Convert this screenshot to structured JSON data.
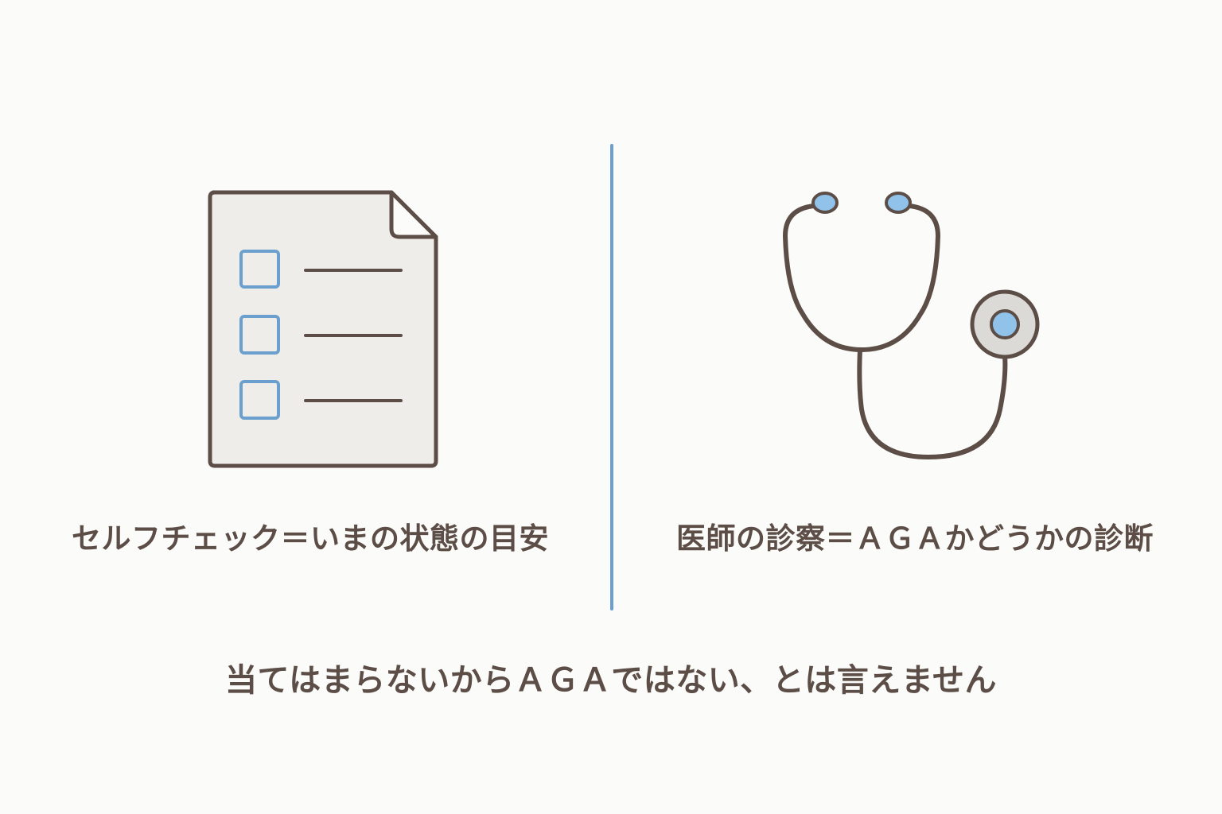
{
  "left_panel": {
    "icon": "checklist-document-icon",
    "caption": "セルフチェック＝いまの状態の目安"
  },
  "right_panel": {
    "icon": "stethoscope-icon",
    "caption": "医師の診察＝ＡＧＡかどうかの診断"
  },
  "bottom_message": "当てはまらないからＡＧＡではない、とは言えません",
  "colors": {
    "accent_blue": "#6b9fce",
    "light_blue_fill": "#91c3ea",
    "outline_brown": "#5c4d47",
    "paper_fill": "#efedea",
    "background": "#fbfbfa"
  }
}
